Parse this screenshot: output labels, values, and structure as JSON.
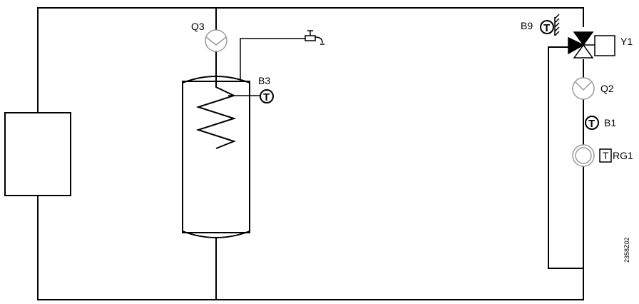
{
  "labels": {
    "q3": "Q3",
    "b3": "B3",
    "b9": "B9",
    "y1": "Y1",
    "q2": "Q2",
    "b1": "B1",
    "rg1": "RG1"
  },
  "sensor_symbol": "T",
  "drawing_number": "2358Z02",
  "colors": {
    "line": "#000000",
    "pump_outline": "#9a9a9a",
    "background": "#ffffff"
  },
  "icons": [
    "circulation-pump-icon",
    "temperature-sensor-icon",
    "three-way-valve-icon",
    "actuator-icon",
    "faucet-icon",
    "room-thermostat-icon",
    "heating-coil-icon"
  ]
}
